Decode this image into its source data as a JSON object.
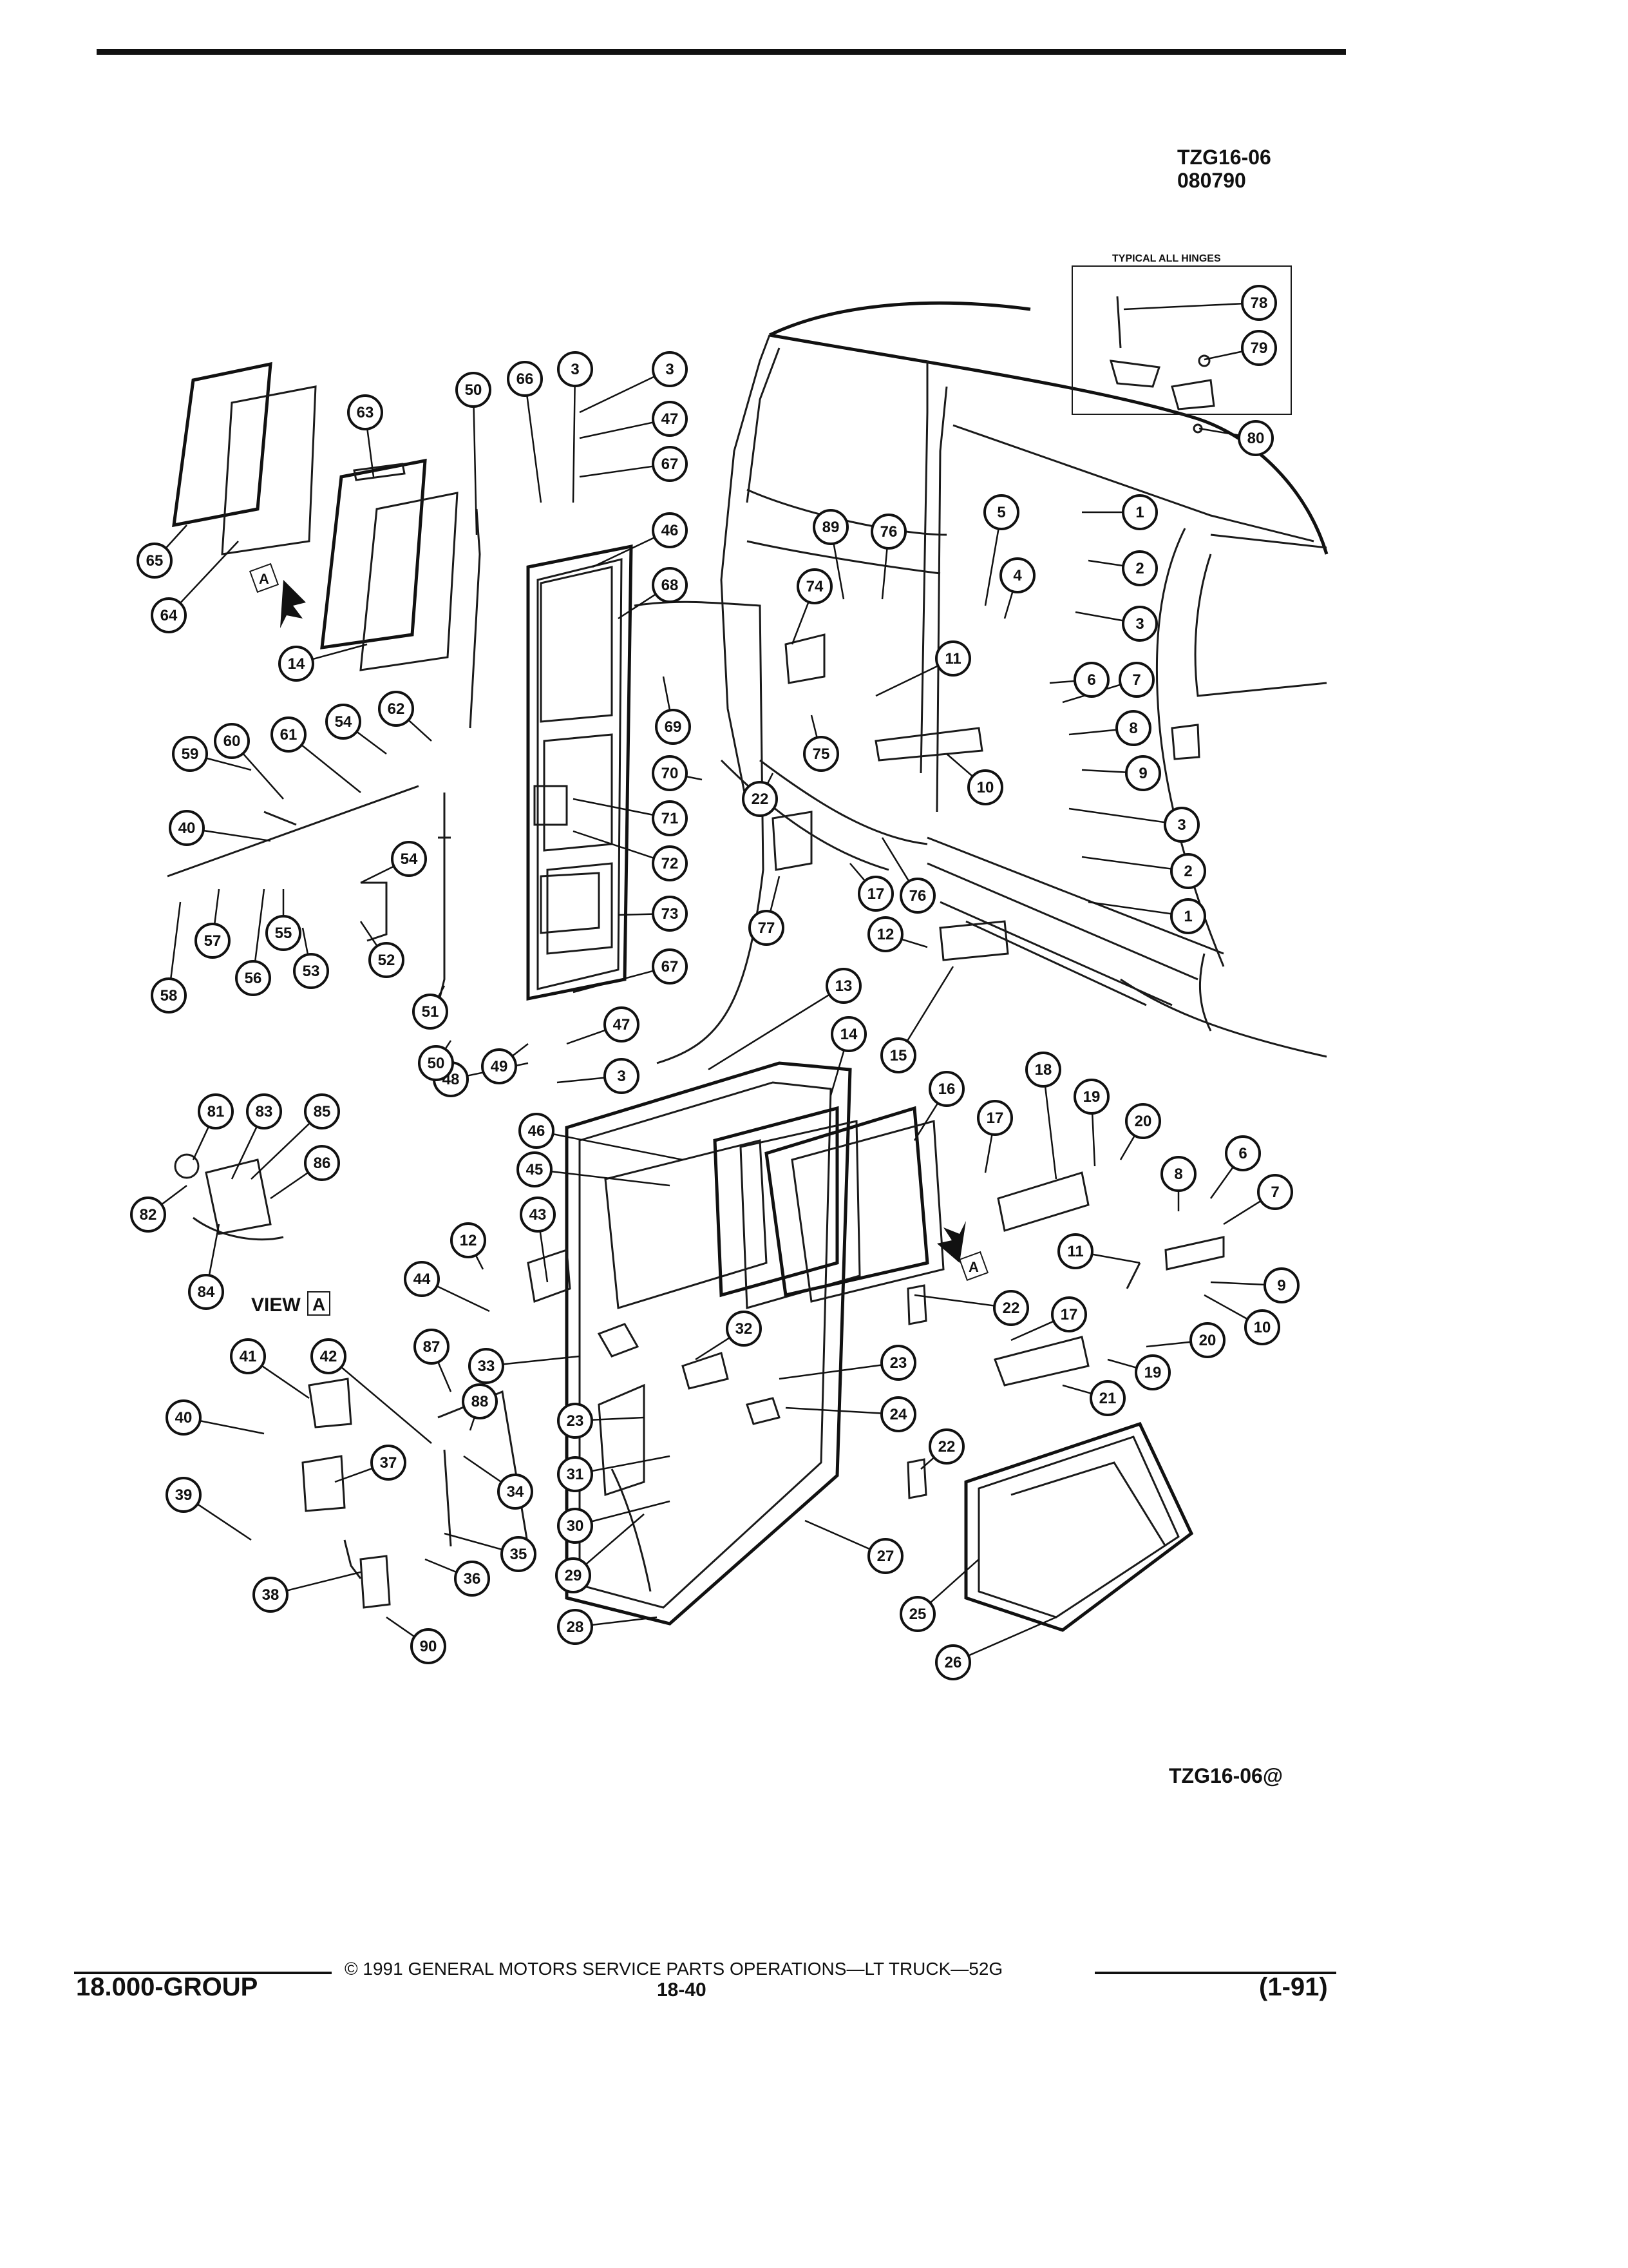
{
  "header": {
    "drawing_code": "TZG16-06",
    "date_code": "080790"
  },
  "inset": {
    "title": "TYPICAL ALL HINGES"
  },
  "view_label": {
    "text": "VIEW",
    "letter": "A"
  },
  "arrow_letter": "A",
  "callouts": [
    "1",
    "2",
    "3",
    "4",
    "5",
    "6",
    "7",
    "8",
    "9",
    "10",
    "11",
    "12",
    "13",
    "14",
    "15",
    "16",
    "17",
    "18",
    "19",
    "20",
    "21",
    "22",
    "23",
    "24",
    "25",
    "26",
    "27",
    "28",
    "29",
    "30",
    "31",
    "32",
    "33",
    "34",
    "35",
    "36",
    "37",
    "38",
    "39",
    "40",
    "41",
    "42",
    "43",
    "44",
    "45",
    "46",
    "47",
    "48",
    "49",
    "50",
    "51",
    "52",
    "53",
    "54",
    "55",
    "56",
    "57",
    "58",
    "59",
    "60",
    "61",
    "62",
    "63",
    "64",
    "65",
    "66",
    "67",
    "68",
    "69",
    "70",
    "71",
    "72",
    "73",
    "74",
    "75",
    "76",
    "77",
    "78",
    "79",
    "80",
    "81",
    "82",
    "83",
    "84",
    "85",
    "86",
    "87",
    "88",
    "89",
    "90"
  ],
  "figure_ref": "TZG16-06@",
  "footer": {
    "group": "18.000-GROUP",
    "copyright": "© 1991 GENERAL MOTORS SERVICE PARTS OPERATIONS—LT TRUCK—52G",
    "page": "18-40",
    "revision": "(1-91)"
  },
  "colors": {
    "ink": "#111111",
    "paper": "#ffffff"
  }
}
